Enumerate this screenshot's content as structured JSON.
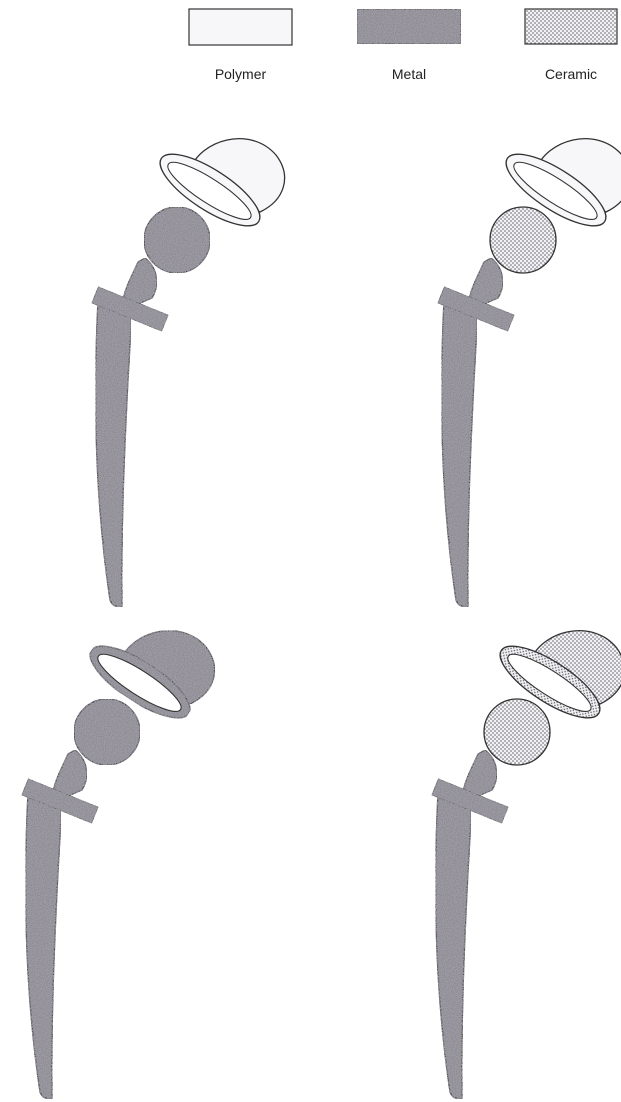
{
  "legend": {
    "items": [
      {
        "label": "Polymer",
        "material": "polymer",
        "fill": "#f7f6f9"
      },
      {
        "label": "Metal",
        "material": "metal",
        "fill": "#8c8992"
      },
      {
        "label": "Ceramic",
        "material": "ceramic",
        "fill": "#e6e4e8"
      }
    ]
  },
  "implants": [
    {
      "position": "top-left",
      "cup": "polymer",
      "head": "metal",
      "stem": "metal"
    },
    {
      "position": "top-right",
      "cup": "polymer",
      "head": "ceramic",
      "stem": "metal"
    },
    {
      "position": "bottom-left",
      "cup": "metal",
      "head": "metal",
      "stem": "metal"
    },
    {
      "position": "bottom-right",
      "cup": "ceramic",
      "head": "ceramic",
      "stem": "metal"
    }
  ]
}
